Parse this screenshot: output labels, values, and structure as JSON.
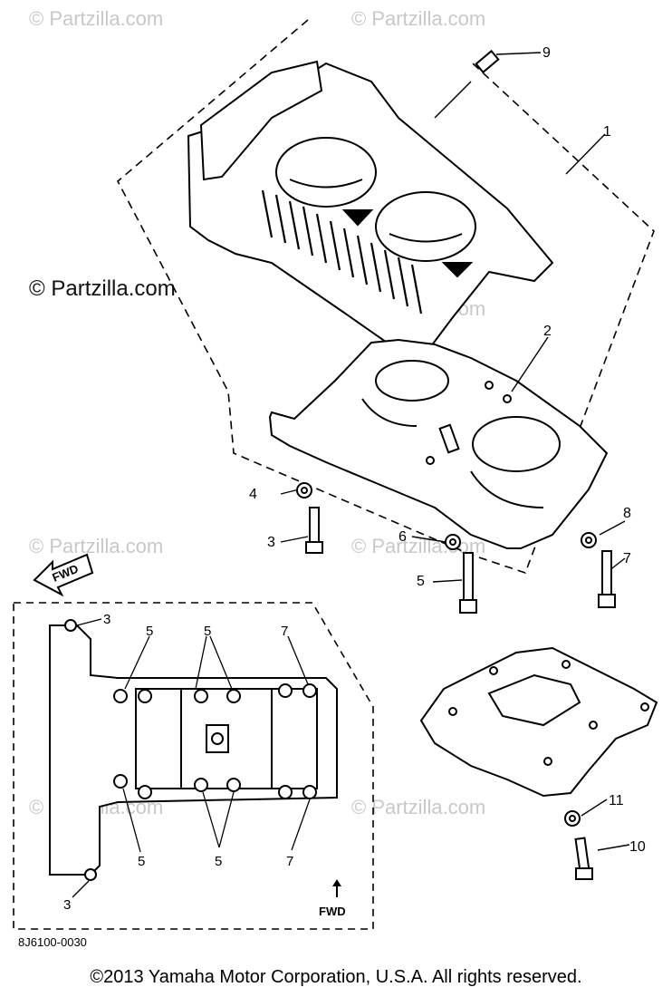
{
  "watermark": "© Partzilla.com",
  "callouts": {
    "c1": "1",
    "c2": "2",
    "c3a": "3",
    "c4": "4",
    "c5a": "5",
    "c6": "6",
    "c7a": "7",
    "c8": "8",
    "c9": "9",
    "c10": "10",
    "c11": "11",
    "c3b": "3",
    "c3c": "3",
    "c5b": "5",
    "c5c": "5",
    "c5d": "5",
    "c5e": "5",
    "c7b": "7",
    "c7c": "7"
  },
  "fwd_label_top": "FWD",
  "fwd_label_bottom": "FWD",
  "part_code": "8J6100-0030",
  "copyright": "©2013 Yamaha Motor Corporation, U.S.A. All rights reserved."
}
